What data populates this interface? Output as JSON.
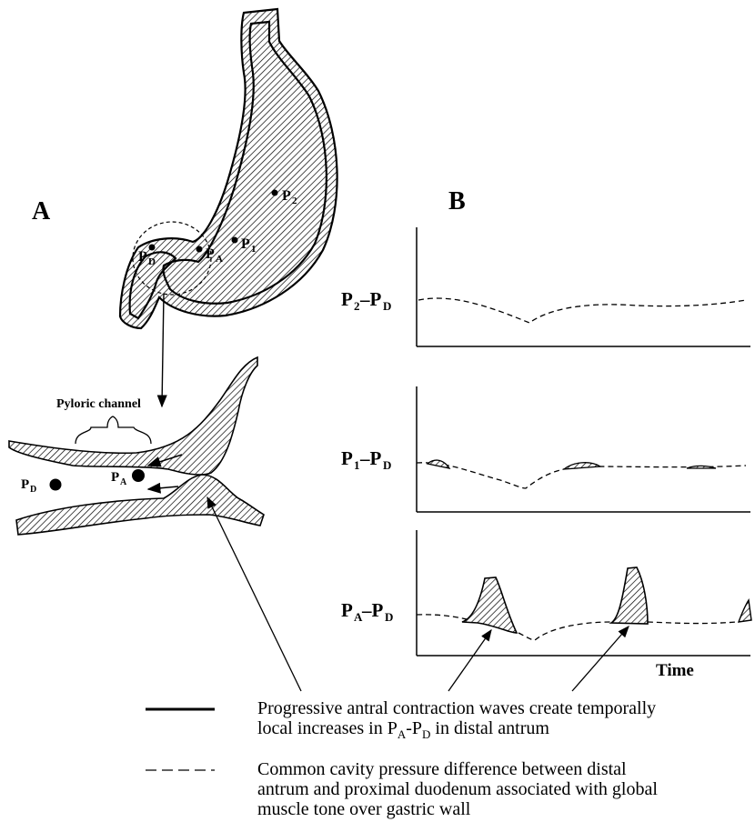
{
  "panels": {
    "a": "A",
    "b": "B"
  },
  "stomach": {
    "p2": "P",
    "p2_sub": "2",
    "p1": "P",
    "p1_sub": "1",
    "pa": "P",
    "pa_sub": "A",
    "pd": "P",
    "pd_sub": "D"
  },
  "inset": {
    "channel_label": "Pyloric channel",
    "pd": "P",
    "pd_sub": "D",
    "pa": "P",
    "pa_sub": "A"
  },
  "traces": [
    {
      "label": "P",
      "sub1": "2",
      "mid": "–P",
      "sub2": "D"
    },
    {
      "label": "P",
      "sub1": "1",
      "mid": "–P",
      "sub2": "D"
    },
    {
      "label": "P",
      "sub1": "A",
      "mid": "–P",
      "sub2": "D"
    }
  ],
  "x_axis_label": "Time",
  "legend": {
    "solid_line1": "Progressive antral contraction waves create temporally",
    "solid_line2_pre": "local increases in P",
    "solid_line2_sub1": "A",
    "solid_line2_mid": "-P",
    "solid_line2_sub2": "D",
    "solid_line2_post": " in distal antrum",
    "dashed_line1": "Common cavity pressure difference between distal",
    "dashed_line2": "antrum and proximal duodenum associated with global",
    "dashed_line3": "muscle tone over gastric wall"
  }
}
